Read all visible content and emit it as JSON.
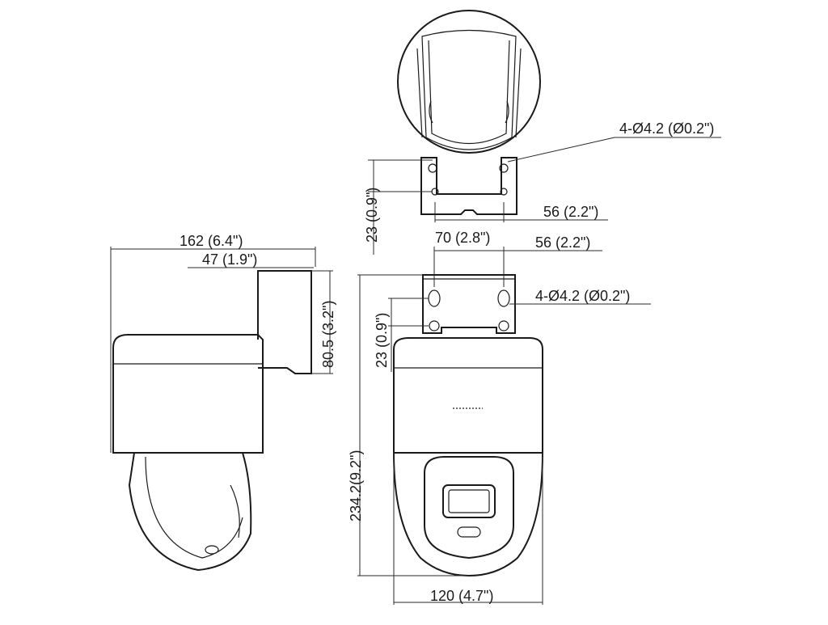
{
  "dimensions": {
    "top_hole_label": "4-Ø4.2 (Ø0.2\")",
    "top_vertical": "23 (0.9\")",
    "top_width": "56 (2.2\")",
    "side_total_width": "162 (6.4\")",
    "side_bracket_width": "47 (1.9\")",
    "side_bracket_height": "80.5 (3.2\")",
    "front_bracket_width": "70 (2.8\")",
    "front_hole_spacing": "56 (2.2\")",
    "front_hole_label": "4-Ø4.2 (Ø0.2\")",
    "front_vertical": "23 (0.9\")",
    "overall_height": "234.2(9.2\")",
    "base_width": "120 (4.7\")"
  }
}
